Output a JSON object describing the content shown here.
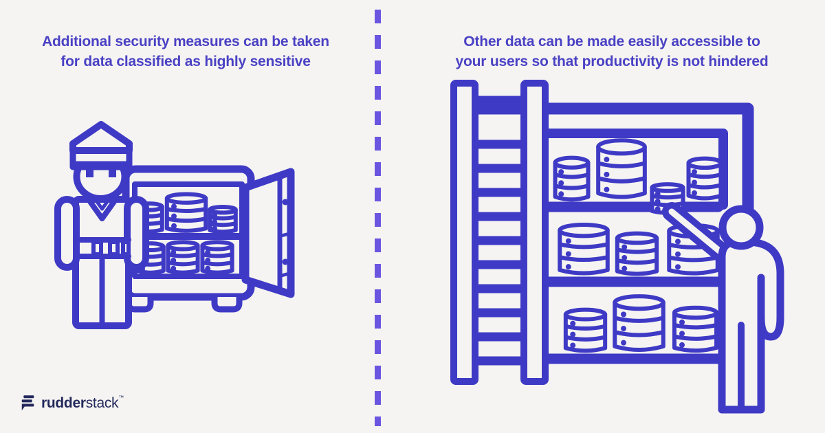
{
  "background_color": "#f5f4f2",
  "colors": {
    "illustration_stroke": "#3f3ac5",
    "heading_text": "#4a41c4",
    "divider_dash": "#6a55e1",
    "logo_navy": "#23295c"
  },
  "left_panel": {
    "heading_line1": "Additional security measures can be taken",
    "heading_line2": "for data classified as highly sensitive",
    "illustration": "security-guard-with-open-safe-full-of-databases"
  },
  "right_panel": {
    "heading_line1": "Other data can be made easily accessible to",
    "heading_line2": "your users so that productivity is not hindered",
    "illustration": "person-taking-database-from-shelves-with-ladder"
  },
  "divider": {
    "style": "vertical-dashed-line"
  },
  "footer": {
    "logo_icon": "rudderstack-flag-icon",
    "brand_bold": "rudder",
    "brand_regular": "stack",
    "trademark": "™"
  }
}
